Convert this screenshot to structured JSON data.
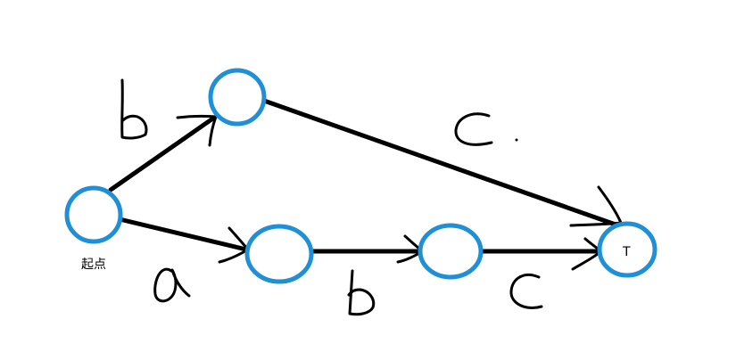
{
  "nodes": {
    "start": {
      "label": "起点"
    },
    "target": {
      "label": "T"
    }
  },
  "edge_labels": {
    "start_to_top": "b",
    "top_to_target": "c",
    "start_to_bottom1": "a",
    "bottom1_to_bottom2": "b",
    "bottom2_to_target": "c"
  },
  "colors": {
    "node_stroke": "#1f8fd6",
    "edge": "#000000",
    "background": "#ffffff"
  }
}
